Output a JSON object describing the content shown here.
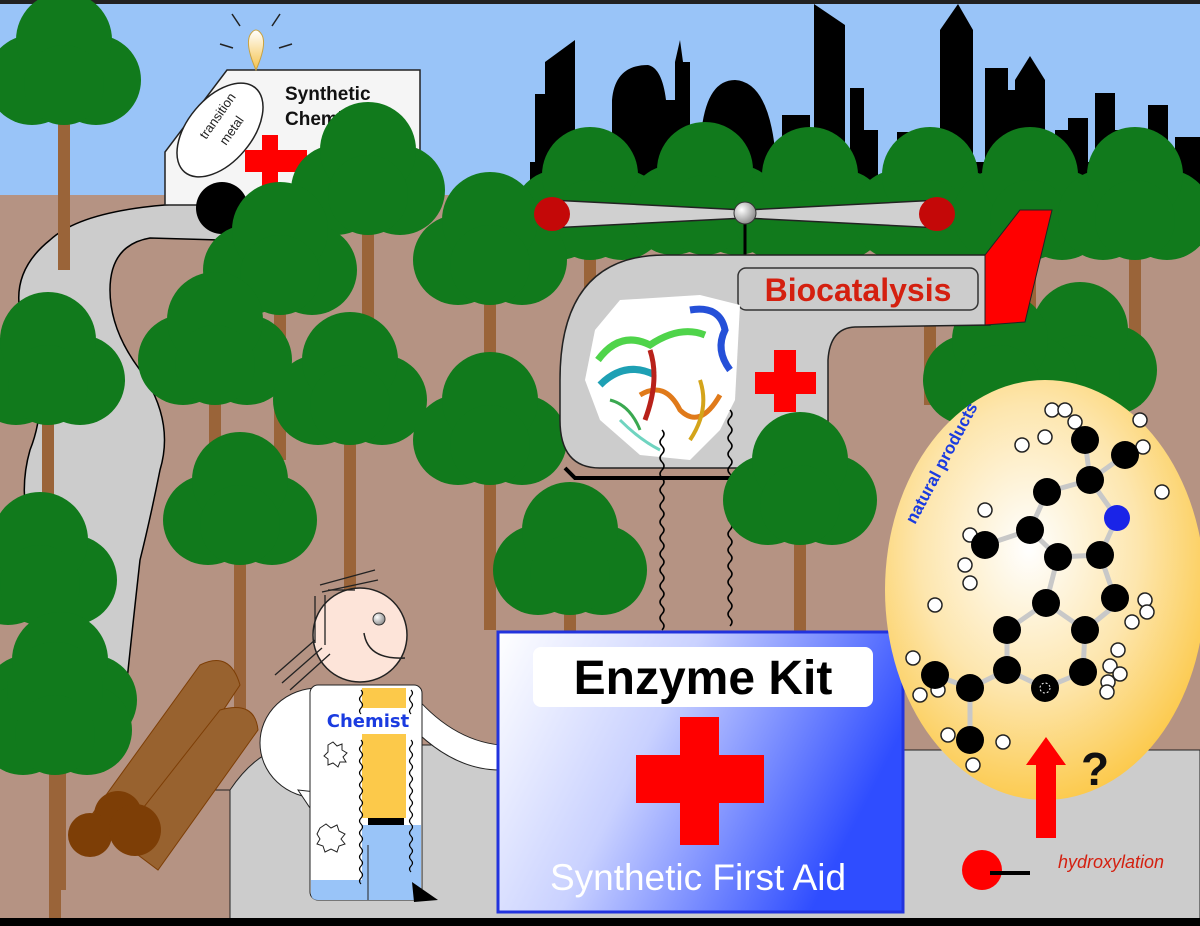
{
  "scene": {
    "colors": {
      "sky": "#99c4f8",
      "ground": "#b59383",
      "road": "#cccccc",
      "tree_canopy": "#117a1c",
      "tree_trunk": "#9a6439",
      "skyline": "#000000",
      "cross": "#ff0000",
      "rotor_tip": "#c40808",
      "kit_blue": "#3355ff",
      "np_yellow": "#fcc94a",
      "text_blue": "#1a3be0",
      "text_red": "#d42010",
      "log": "#98622f",
      "log_end": "#7d3e06"
    }
  },
  "ambulance": {
    "title_line1": "Synthetic",
    "title_line2": "Chemistry",
    "badge_line1": "transition",
    "badge_line2": "metal",
    "icons": [
      "siren-light-icon",
      "red-cross-icon",
      "wheel-icon"
    ]
  },
  "helicopter": {
    "label": "Biocatalysis",
    "icons": [
      "rotor-icon",
      "red-cross-icon",
      "enzyme-structure-icon",
      "tail-fin-icon"
    ]
  },
  "chemist": {
    "label": "Chemist"
  },
  "enzyme_kit": {
    "title": "Enzyme Kit",
    "subtitle": "Synthetic First Aid"
  },
  "natural_products": {
    "label": "natural products",
    "question_mark": "?",
    "reaction_label": "hydroxylation"
  }
}
